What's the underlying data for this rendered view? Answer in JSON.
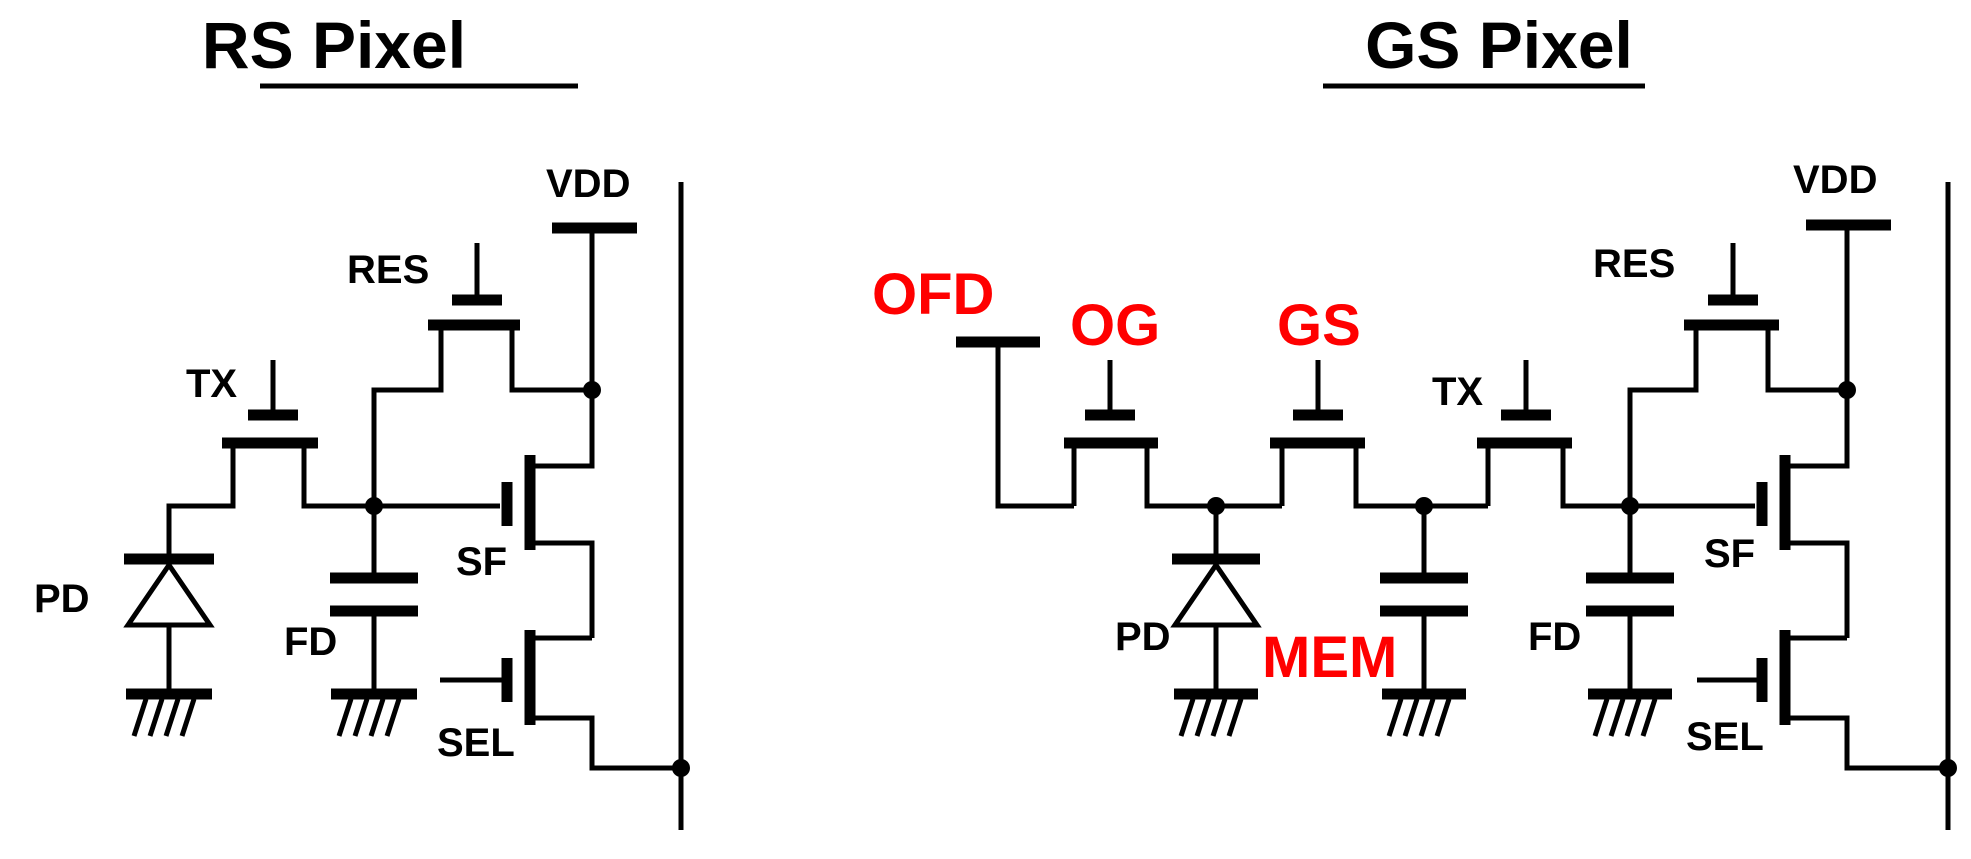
{
  "titles": {
    "rs": "RS Pixel",
    "gs": "GS Pixel"
  },
  "rs_labels": {
    "vdd": "VDD",
    "res": "RES",
    "tx": "TX",
    "pd": "PD",
    "fd": "FD",
    "sf": "SF",
    "sel": "SEL"
  },
  "gs_labels": {
    "vdd": "VDD",
    "res": "RES",
    "tx": "TX",
    "pd": "PD",
    "fd": "FD",
    "sf": "SF",
    "sel": "SEL",
    "ofd": "OFD",
    "og": "OG",
    "gs": "GS",
    "mem": "MEM"
  },
  "colors": {
    "highlight": "#ff0000",
    "wire": "#000000"
  }
}
